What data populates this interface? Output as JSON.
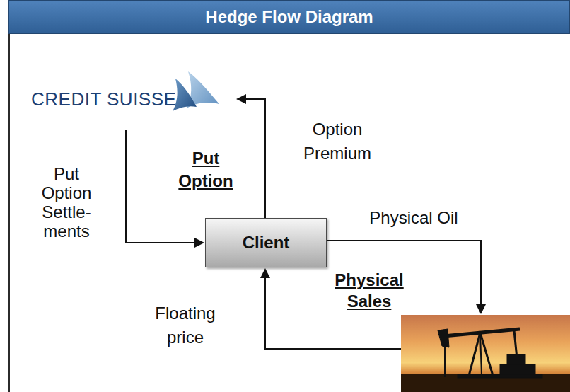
{
  "diagram": {
    "title": "Hedge Flow Diagram",
    "nodes": [
      {
        "text": [
          "CREDIT SUISSE"
        ]
      },
      {
        "text": [
          "Client"
        ]
      },
      {
        "text": [
          "Physical Sales"
        ]
      }
    ],
    "edges": [
      {
        "from": 0,
        "to": 1,
        "label": "Put Option Settle- ments",
        "arrow": "to"
      },
      {
        "from": 1,
        "to": 0,
        "label": "Option Premium",
        "arrow": "to"
      },
      {
        "from": 1,
        "to": 2,
        "label": "Physical Oil",
        "arrow": "to"
      },
      {
        "from": 2,
        "to": 1,
        "label": "Floating price",
        "arrow": "to"
      }
    ],
    "labels": [
      "Put Option"
    ]
  }
}
